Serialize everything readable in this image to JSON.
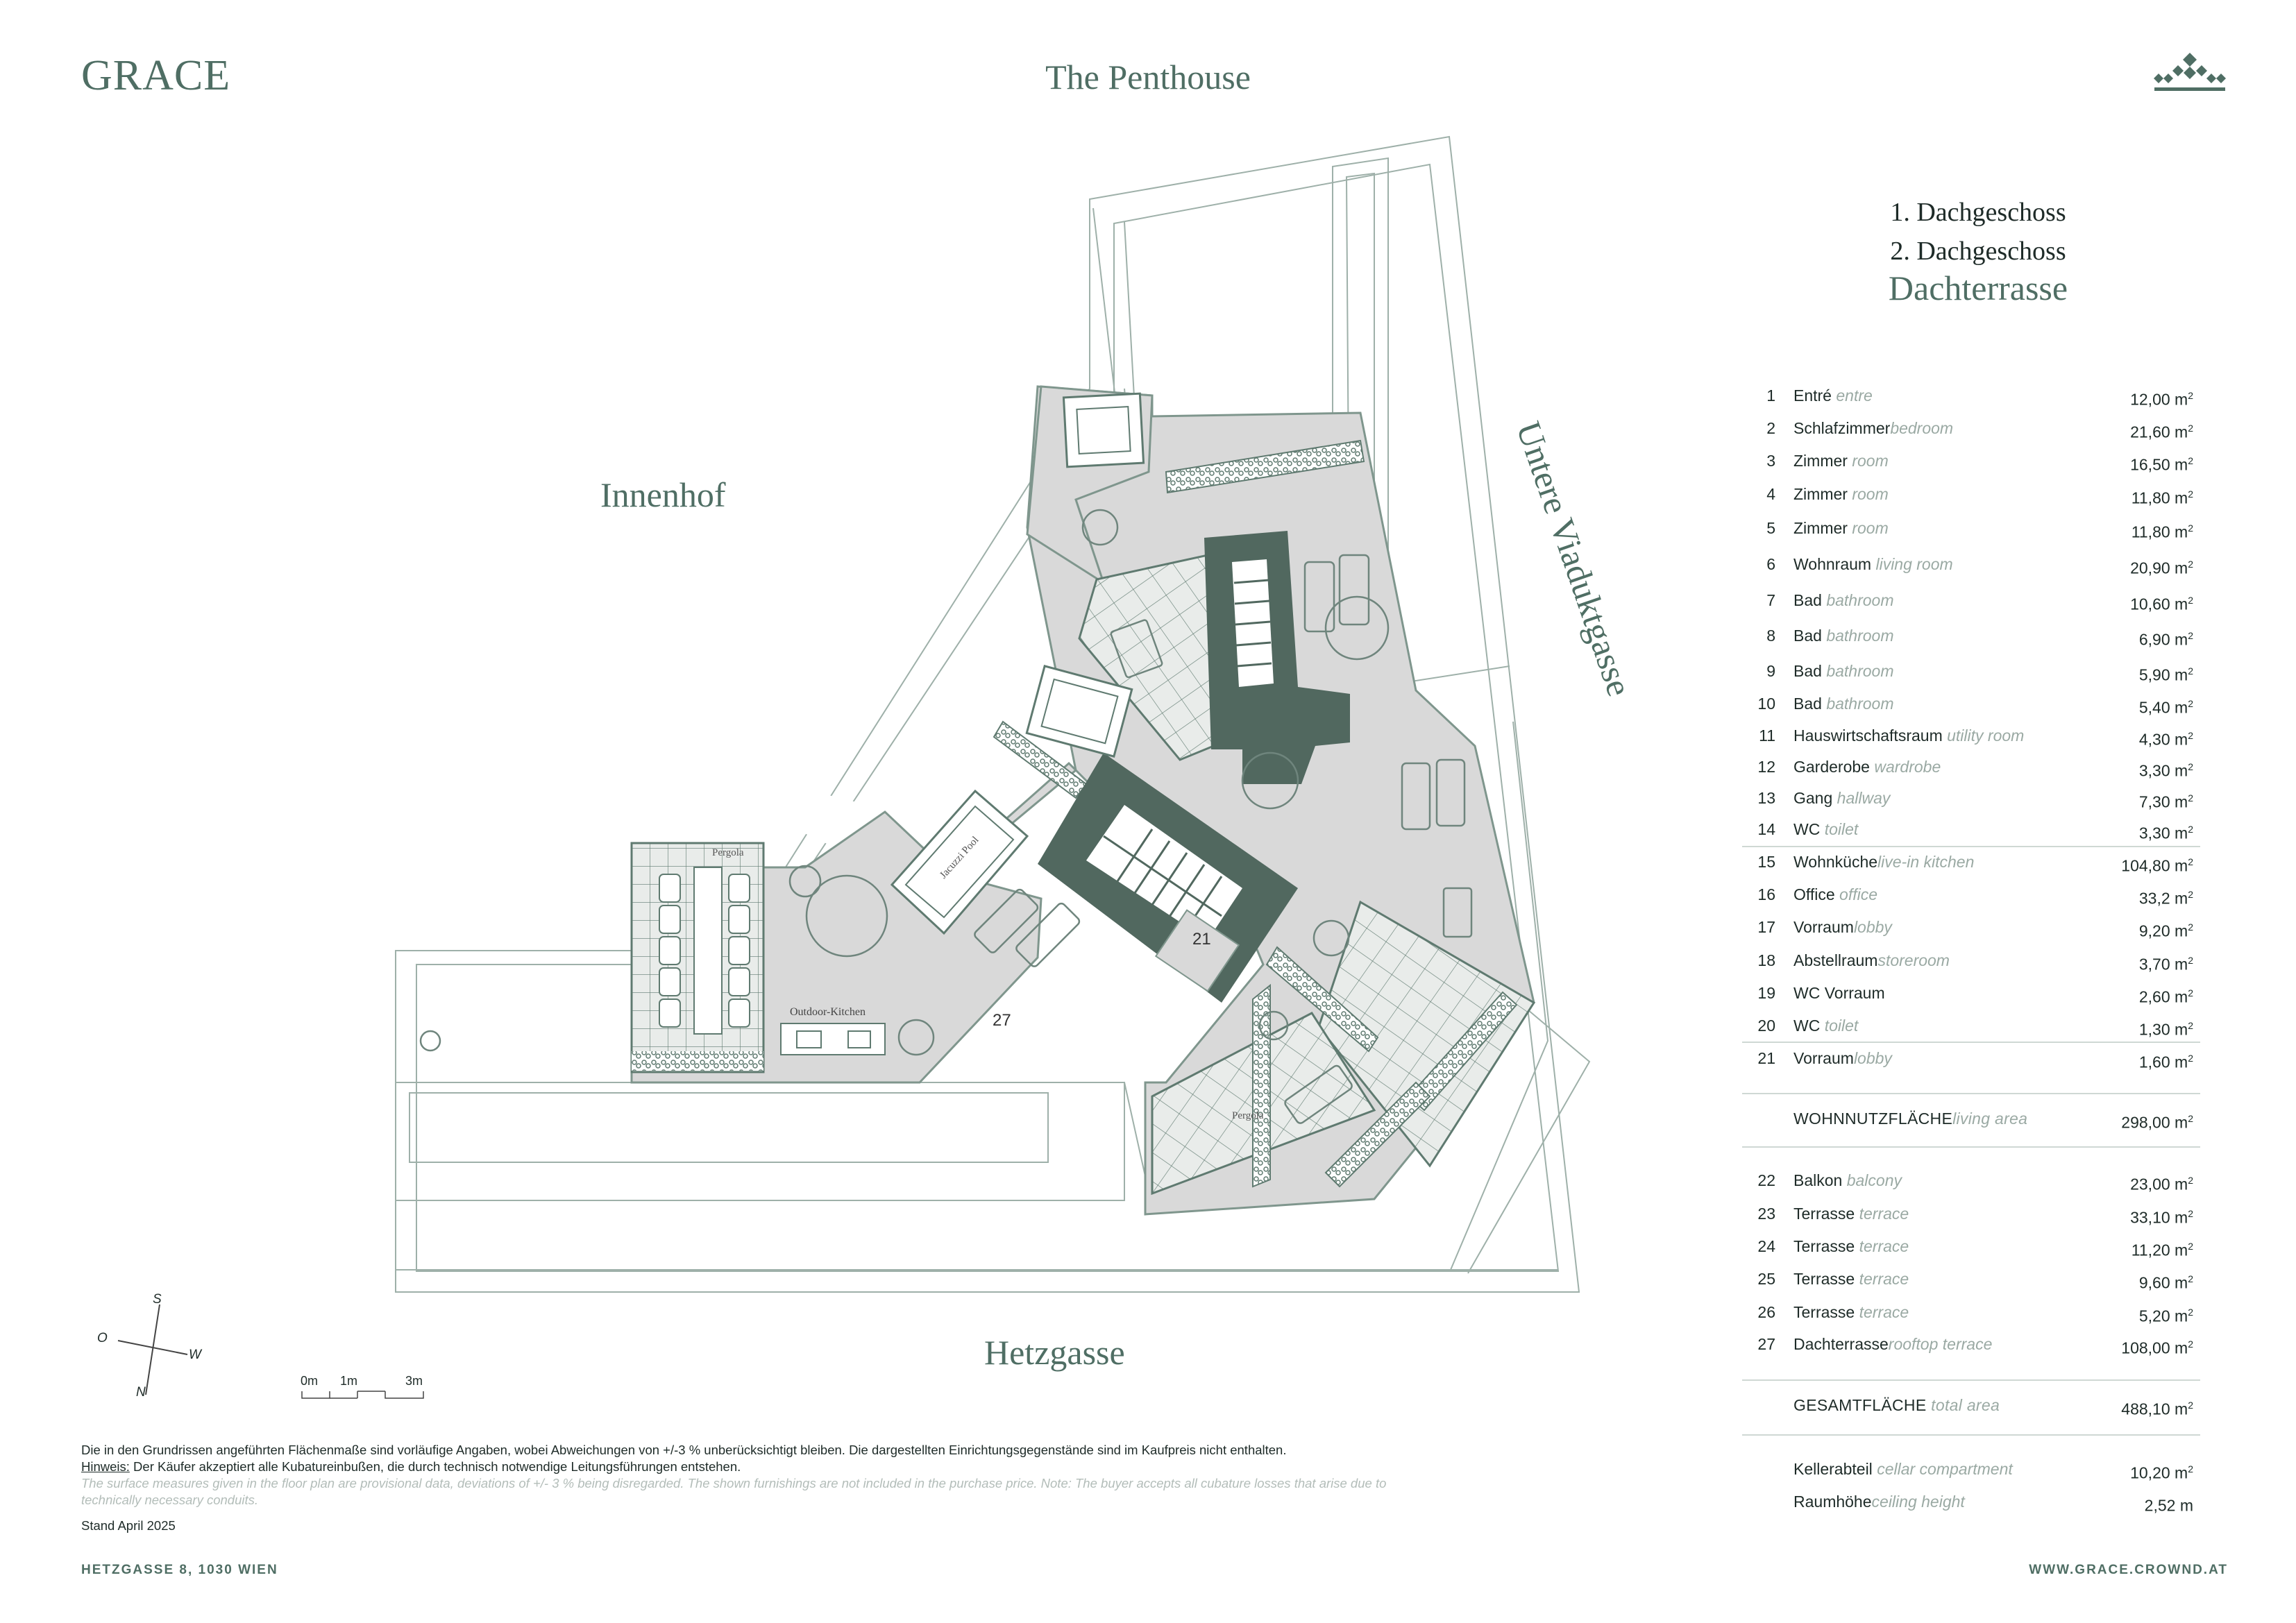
{
  "brand": {
    "logo": "GRACE"
  },
  "title": "The Penthouse",
  "floors": [
    "1. Dachgeschoss",
    "2. Dachgeschoss",
    "Dachterrasse"
  ],
  "streets": {
    "courtyard": "Innenhof",
    "south": "Hetzgasse",
    "east": "Untere Viaduktgasse"
  },
  "plan_labels": {
    "pergola_1": "Pergola",
    "pergola_2": "Pergola",
    "jacuzzi": "Jacuzzi Pool",
    "outdoor_kitchen": "Outdoor-Kitchen",
    "room_21": "21",
    "room_27": "27"
  },
  "rooms": [
    {
      "num": "1",
      "name": "Entré",
      "en": "entre",
      "area": "12,00 m",
      "sup": "2"
    },
    {
      "num": "2",
      "name": "Schlafzimmer",
      "en": "bedroom",
      "area": "21,60 m",
      "sup": "2"
    },
    {
      "num": "3",
      "name": "Zimmer",
      "en": "room",
      "area": "16,50 m",
      "sup": "2"
    },
    {
      "num": "4",
      "name": "Zimmer",
      "en": "room",
      "area": "11,80 m",
      "sup": "2"
    },
    {
      "num": "5",
      "name": "Zimmer",
      "en": "room",
      "area": "11,80 m",
      "sup": "2"
    },
    {
      "num": "6",
      "name": "Wohnraum",
      "en": "living room",
      "area": "20,90 m",
      "sup": "2"
    },
    {
      "num": "7",
      "name": "Bad",
      "en": "bathroom",
      "area": "10,60 m",
      "sup": "2"
    },
    {
      "num": "8",
      "name": "Bad",
      "en": "bathroom",
      "area": "6,90 m",
      "sup": "2"
    },
    {
      "num": "9",
      "name": "Bad",
      "en": "bathroom",
      "area": "5,90 m",
      "sup": "2"
    },
    {
      "num": "10",
      "name": "Bad",
      "en": "bathroom",
      "area": "5,40 m",
      "sup": "2"
    },
    {
      "num": "11",
      "name": "Hauswirtschaftsraum",
      "en": "utility room",
      "area": "4,30 m",
      "sup": "2"
    },
    {
      "num": "12",
      "name": "Garderobe",
      "en": "wardrobe",
      "area": "3,30 m",
      "sup": "2"
    },
    {
      "num": "13",
      "name": "Gang",
      "en": "hallway",
      "area": "7,30 m",
      "sup": "2"
    },
    {
      "num": "14",
      "name": "WC",
      "en": "toilet",
      "area": "3,30 m",
      "sup": "2"
    },
    {
      "num": "15",
      "name": "Wohnküche",
      "en": "live-in kitchen",
      "area": "104,80 m",
      "sup": "2"
    },
    {
      "num": "16",
      "name": "Office",
      "en": "office",
      "area": "33,2 m",
      "sup": "2"
    },
    {
      "num": "17",
      "name": "Vorraum",
      "en": "lobby",
      "area": "9,20 m",
      "sup": "2"
    },
    {
      "num": "18",
      "name": "Abstellraum",
      "en": "storeroom",
      "area": "3,70 m",
      "sup": "2"
    },
    {
      "num": "19",
      "name": "WC Vorraum",
      "en": "",
      "area": "2,60 m",
      "sup": "2"
    },
    {
      "num": "20",
      "name": "WC",
      "en": "toilet",
      "area": "1,30 m",
      "sup": "2"
    },
    {
      "num": "21",
      "name": "Vorraum",
      "en": "lobby",
      "area": "1,60 m",
      "sup": "2"
    }
  ],
  "living_area": {
    "name": "WOHNNUTZFLÄCHE",
    "en": "living area",
    "area": "298,00 m",
    "sup": "2"
  },
  "outdoor": [
    {
      "num": "22",
      "name": "Balkon",
      "en": "balcony",
      "area": "23,00 m",
      "sup": "2"
    },
    {
      "num": "23",
      "name": "Terrasse",
      "en": "terrace",
      "area": "33,10 m",
      "sup": "2"
    },
    {
      "num": "24",
      "name": "Terrasse",
      "en": "terrace",
      "area": "11,20 m",
      "sup": "2"
    },
    {
      "num": "25",
      "name": "Terrasse",
      "en": "terrace",
      "area": "9,60 m",
      "sup": "2"
    },
    {
      "num": "26",
      "name": "Terrasse",
      "en": "terrace",
      "area": "5,20 m",
      "sup": "2"
    },
    {
      "num": "27",
      "name": "Dachterrasse",
      "en": "rooftop terrace",
      "area": "108,00 m",
      "sup": "2"
    }
  ],
  "total_area": {
    "name": "GESAMTFLÄCHE",
    "en": "total area",
    "area": "488,10 m",
    "sup": "2"
  },
  "extras": [
    {
      "name": "Kellerabteil",
      "en": "cellar compartment",
      "area": "10,20 m",
      "sup": "2"
    },
    {
      "name": "Raumhöhe",
      "en": "ceiling height",
      "area": "2,52 m",
      "sup": ""
    }
  ],
  "compass": {
    "s": "S",
    "o": "O",
    "w": "W",
    "n": "N"
  },
  "scale": {
    "a": "0m",
    "b": "1m",
    "c": "3m"
  },
  "disclaimer": {
    "de": "Die in den Grundrissen angeführten Flächenmaße sind vorläufige Angaben, wobei Abweichungen von +/-3 % unberücksichtigt bleiben. Die dargestellten Einrichtungsgegenstände sind im Kaufpreis nicht enthalten.",
    "hint_label": "Hinweis:",
    "hint": " Der Käufer akzeptiert alle Kubatureinbußen, die durch technisch notwendige Leitungsführungen entstehen.",
    "en": "The surface measures given in the floor plan are provisional data, deviations of +/- 3 % being disregarded. The shown furnishings are not included in the purchase price. Note: The buyer accepts all cubature losses that arise due to technically necessary conduits."
  },
  "stand": "Stand April 2025",
  "footer": {
    "address": "HETZGASSE 8, 1030 WIEN",
    "web": "WWW.GRACE.CROWND.AT"
  },
  "colors": {
    "accent": "#4f6e64",
    "dark": "#51685f",
    "fill": "#d9d9d9",
    "line": "#7f968d"
  }
}
